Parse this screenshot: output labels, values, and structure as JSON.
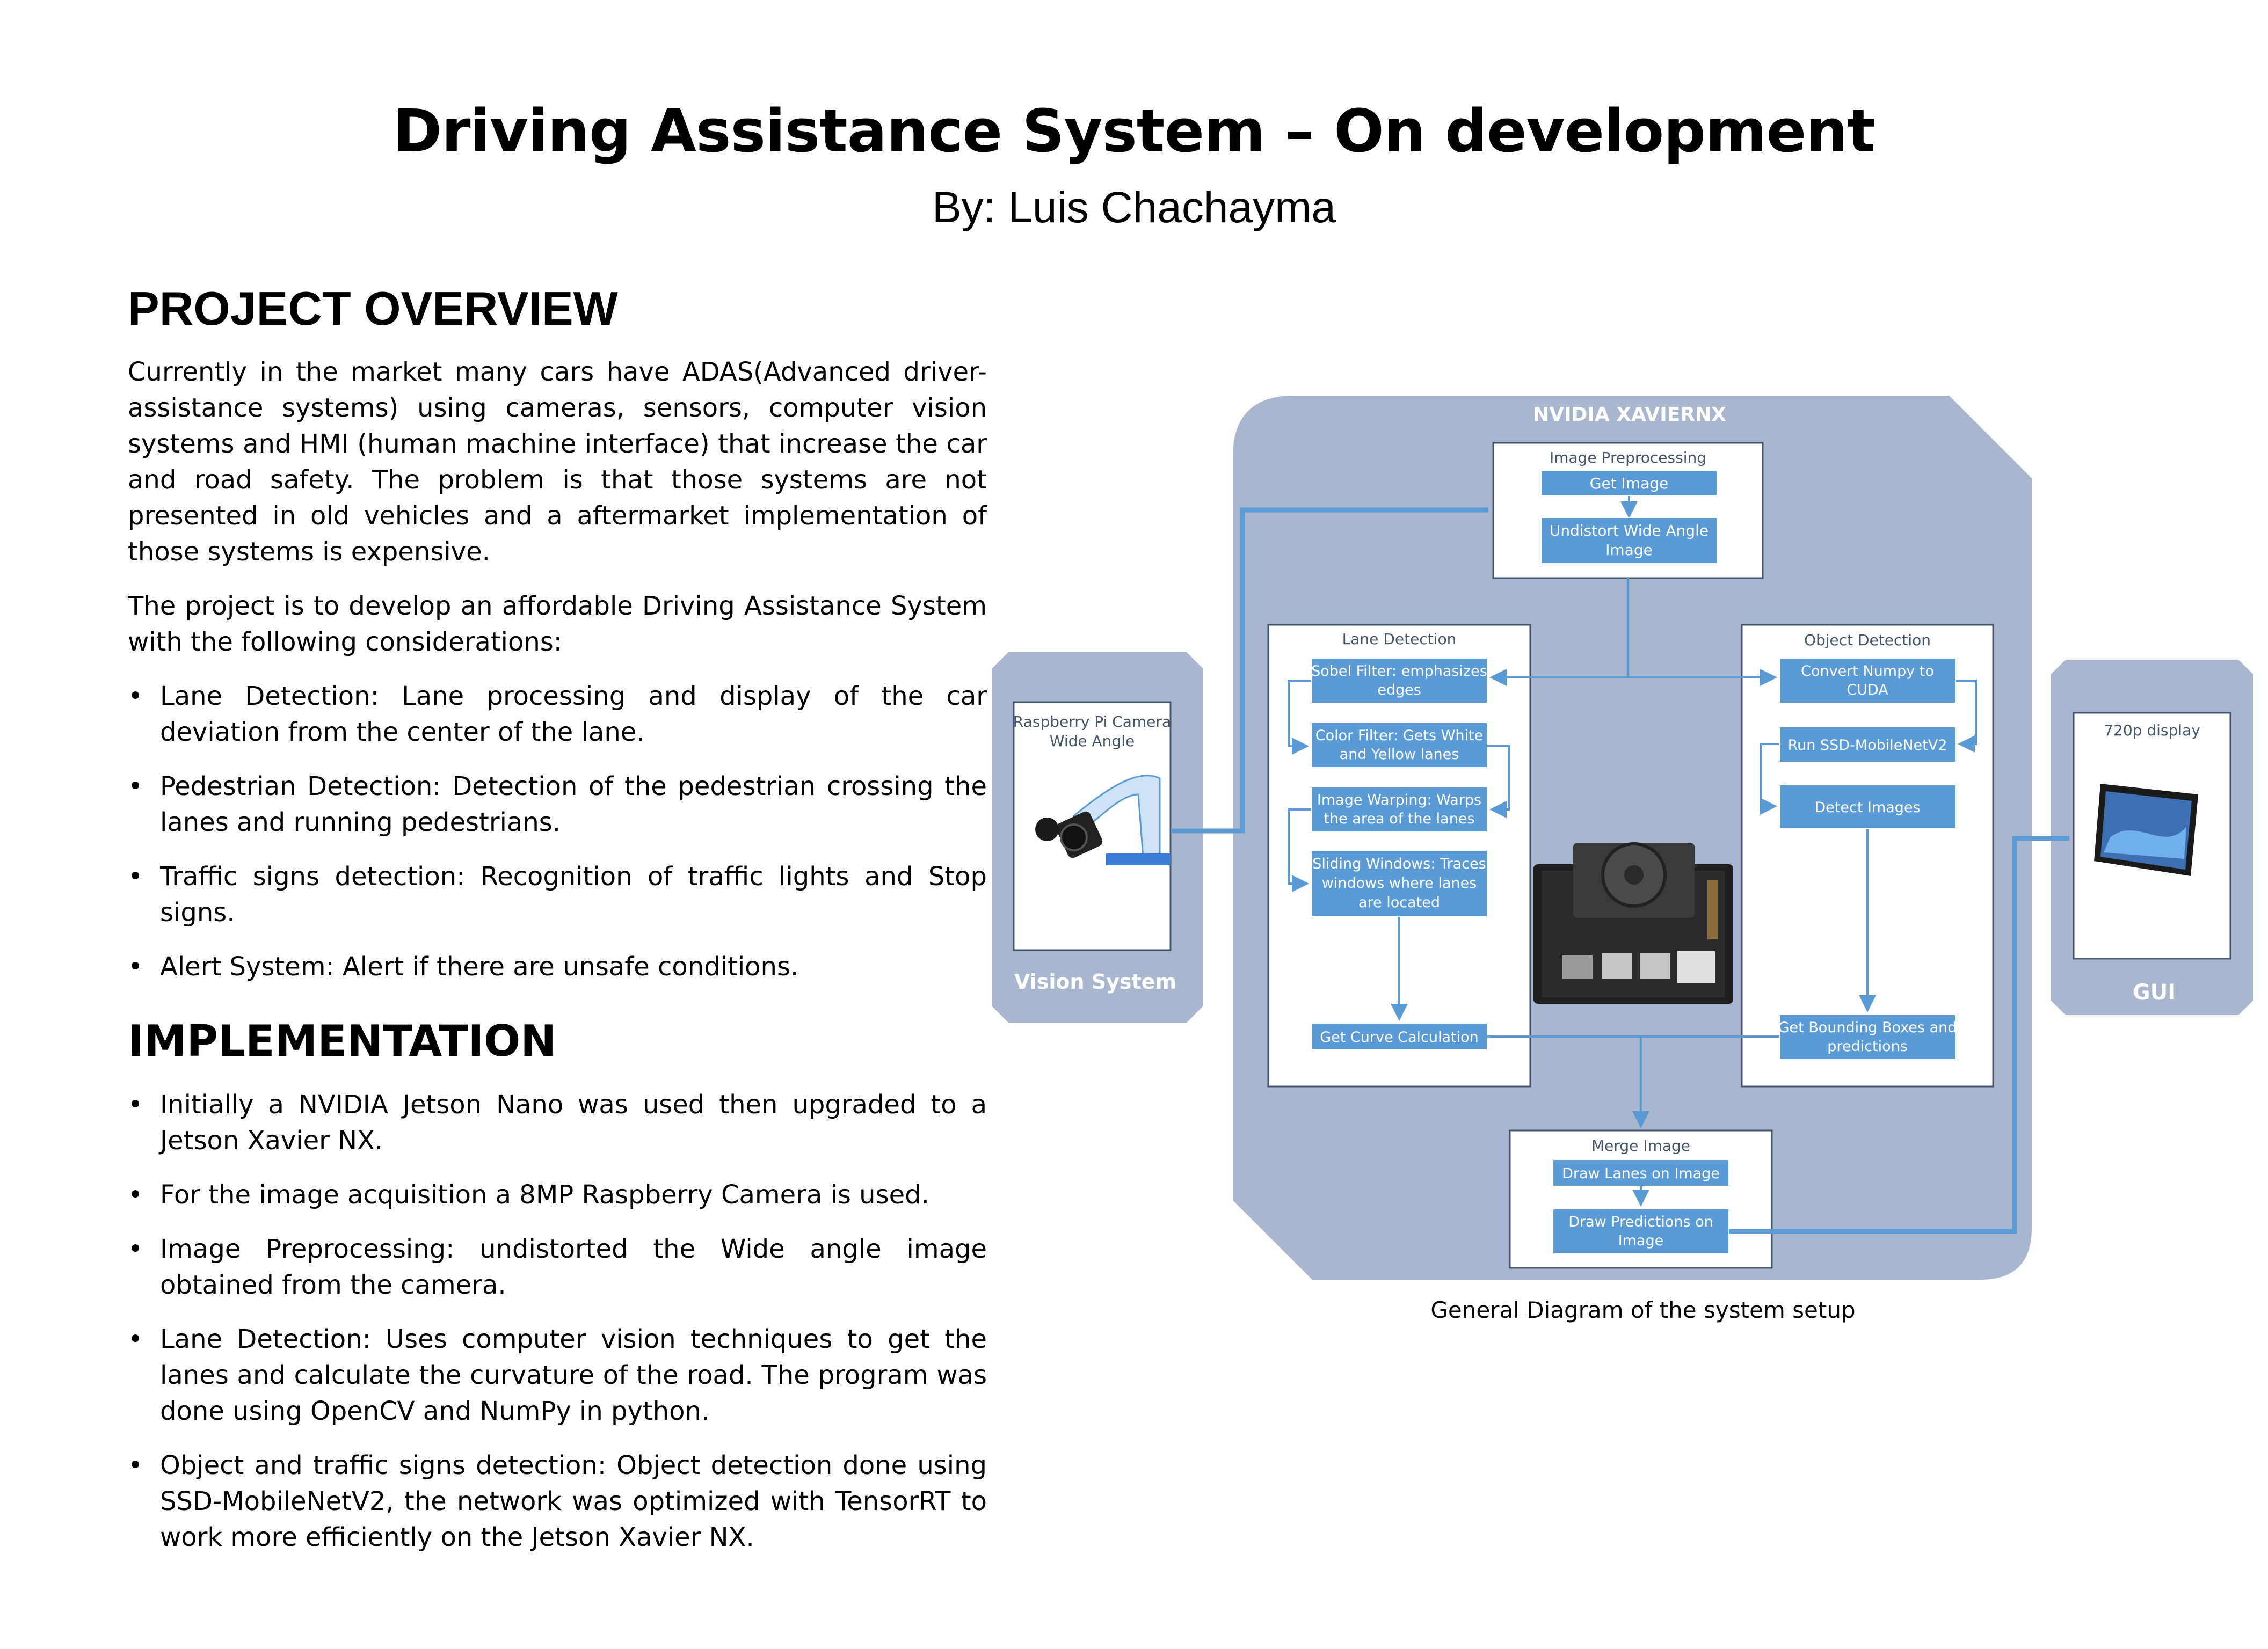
{
  "header": {
    "title": "Driving Assistance System – On development",
    "byline": "By: Luis Chachayma"
  },
  "overview": {
    "heading": "PROJECT OVERVIEW",
    "paragraphs": [
      "Currently in the market many cars have ADAS(Advanced driver-assistance systems) using cameras, sensors, computer vision systems and HMI (human machine interface) that increase the car and road safety. The problem is that those systems are not presented in old vehicles and a aftermarket implementation of those systems is expensive.",
      "The project is to develop an affordable Driving Assistance System with the following considerations:"
    ],
    "bullets": [
      "Lane Detection: Lane processing and display of the car deviation from the center of the lane.",
      "Pedestrian Detection: Detection of the pedestrian crossing the lanes and running pedestrians.",
      "Traffic signs detection: Recognition of traffic lights and Stop signs.",
      "Alert System: Alert if there are unsafe conditions."
    ]
  },
  "implementation": {
    "heading": "IMPLEMENTATION",
    "bullets": [
      "Initially a NVIDIA Jetson Nano was used then upgraded to a Jetson Xavier NX.",
      "For the image acquisition a 8MP  Raspberry Camera is used.",
      "Image Preprocessing: undistorted the Wide angle image obtained from the camera.",
      "Lane Detection: Uses computer vision techniques to get the lanes and calculate the curvature of the road. The program was done using OpenCV and NumPy in python.",
      "Object and traffic signs detection: Object detection done using SSD-MobileNetV2, the network was optimized with TensorRT to work more efficiently on the Jetson Xavier NX."
    ]
  },
  "diagram": {
    "colors": {
      "panel": "#a8b7cf",
      "box": "#5b9bd5",
      "arrow": "#5b9bd5",
      "border": "#44546a",
      "label_text": "#44546a"
    },
    "vision_system": {
      "label": "Vision System",
      "camera_label_1": "Raspberry Pi Camera",
      "camera_label_2": "Wide Angle"
    },
    "gui": {
      "label": "GUI",
      "display_label": "720p display"
    },
    "xavier": {
      "label": "NVIDIA XAVIERNX"
    },
    "preprocessing": {
      "label": "Image Preprocessing",
      "get_image": "Get Image",
      "undistort_1": "Undistort Wide Angle",
      "undistort_2": "Image"
    },
    "lane": {
      "label": "Lane Detection",
      "sobel_1": "Sobel Filter: emphasizes",
      "sobel_2": "edges",
      "color_1": "Color Filter: Gets White",
      "color_2": "and Yellow lanes",
      "warp_1": "Image Warping: Warps",
      "warp_2": "the area of the lanes",
      "sliding_1": "Sliding Windows: Traces",
      "sliding_2": "windows where lanes",
      "sliding_3": "are located",
      "curve": "Get Curve Calculation"
    },
    "object": {
      "label": "Object Detection",
      "convert_1": "Convert Numpy to",
      "convert_2": "CUDA",
      "run": "Run SSD-MobileNetV2",
      "detect": "Detect Images",
      "bbox_1": "Get Bounding Boxes and",
      "bbox_2": "predictions"
    },
    "merge": {
      "label": "Merge Image",
      "draw_lanes": "Draw Lanes on Image",
      "draw_pred_1": "Draw Predictions on",
      "draw_pred_2": "Image"
    },
    "caption": "General Diagram of the system setup"
  }
}
